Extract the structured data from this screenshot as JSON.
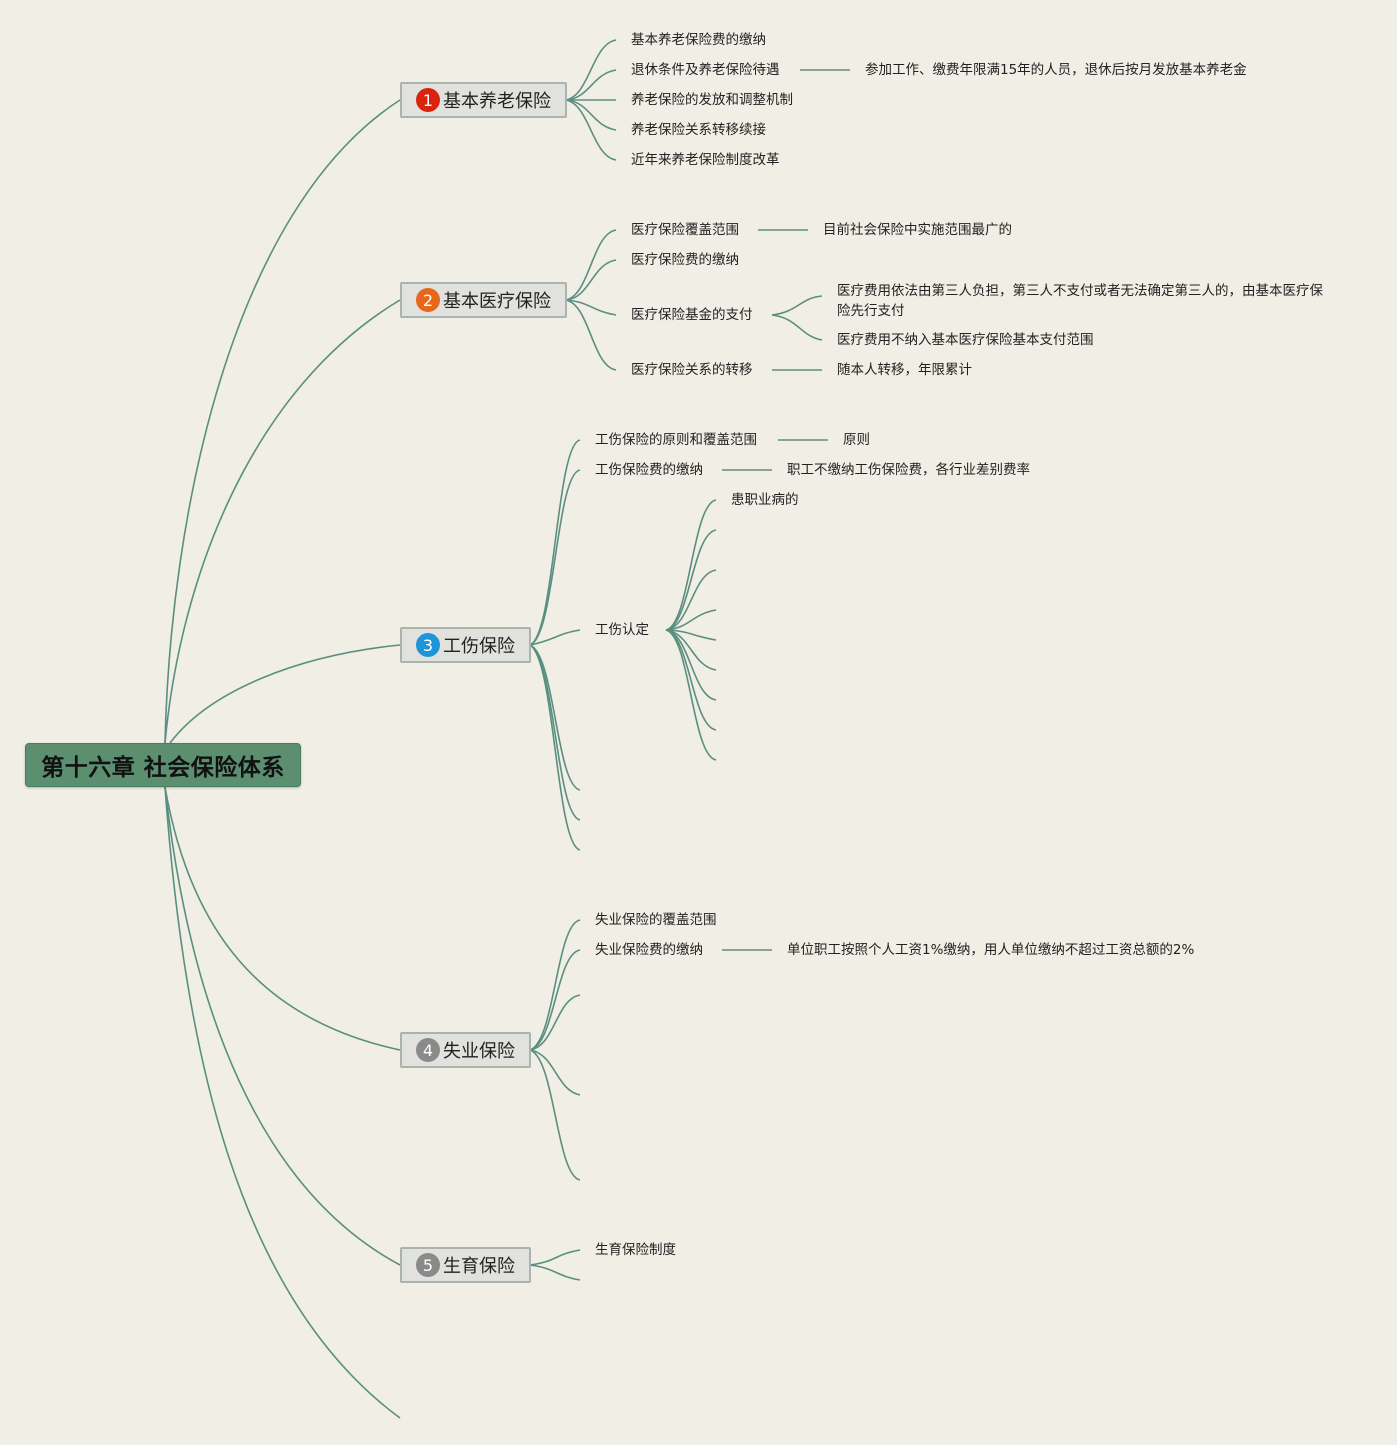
{
  "root": {
    "label": "第十六章 社会保险体系"
  },
  "branches": [
    {
      "number": "1",
      "label": "基本养老保险",
      "badge_color": "#d9230f",
      "items": [
        {
          "label": "基本养老保险费的缴纳"
        },
        {
          "label": "退休条件及养老保险待遇",
          "detail": "参加工作、缴费年限满15年的人员，退休后按月发放基本养老金"
        },
        {
          "label": "养老保险的发放和调整机制"
        },
        {
          "label": "养老保险关系转移续接"
        },
        {
          "label": "近年来养老保险制度改革"
        }
      ]
    },
    {
      "number": "2",
      "label": "基本医疗保险",
      "badge_color": "#e8661a",
      "items": [
        {
          "label": "医疗保险覆盖范围",
          "detail": "目前社会保险中实施范围最广的"
        },
        {
          "label": "医疗保险费的缴纳"
        },
        {
          "label": "医疗保险基金的支付",
          "details": [
            "医疗费用依法由第三人负担，第三人不支付或者无法确定第三人的，由基本医疗保险先行支付",
            "医疗费用不纳入基本医疗保险基本支付范围"
          ]
        },
        {
          "label": "医疗保险关系的转移",
          "detail": "随本人转移，年限累计"
        }
      ]
    },
    {
      "number": "3",
      "label": "工伤保险",
      "badge_color": "#1f95d8",
      "items": [
        {
          "label": "工伤保险的原则和覆盖范围",
          "detail": "原则"
        },
        {
          "label": "工伤保险费的缴纳",
          "detail": "职工不缴纳工伤保险费，各行业差别费率"
        },
        {
          "label": "工伤认定",
          "details": [
            "患职业病的"
          ]
        }
      ]
    },
    {
      "number": "4",
      "label": "失业保险",
      "badge_color": "#8a8a8a",
      "items": [
        {
          "label": "失业保险的覆盖范围"
        },
        {
          "label": "失业保险费的缴纳",
          "detail": "单位职工按照个人工资1%缴纳，用人单位缴纳不超过工资总额的2%"
        }
      ]
    },
    {
      "number": "5",
      "label": "生育保险",
      "badge_color": "#8a8a8a",
      "items": [
        {
          "label": "生育保险制度"
        }
      ]
    }
  ]
}
